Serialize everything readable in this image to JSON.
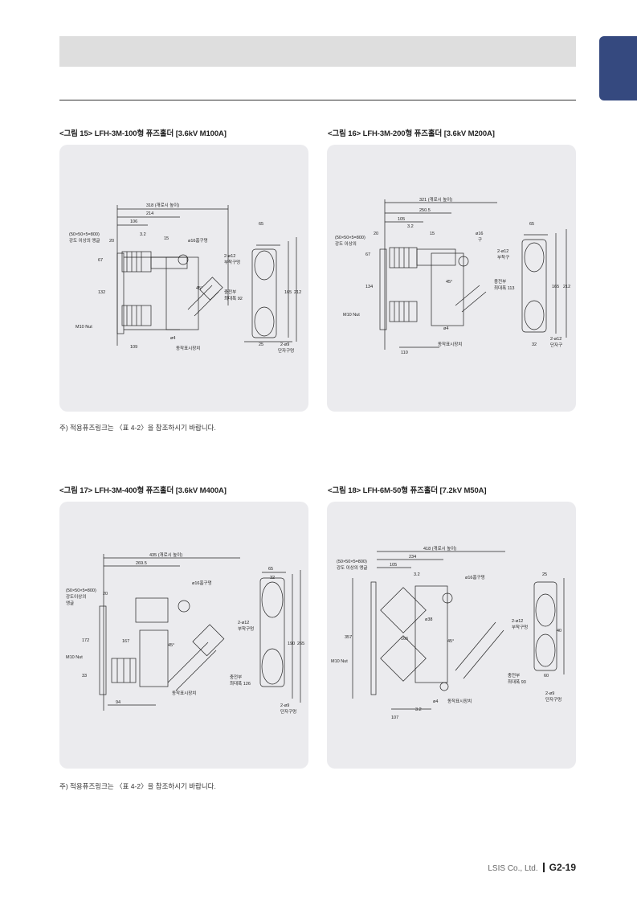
{
  "figures": [
    {
      "title": "<그림 15> LFH-3M-100형 퓨즈홀더 [3.6kV M100A]",
      "labels": [
        "318 (개로시 높이)",
        "214",
        "106",
        "65",
        "(50×50×5=800)",
        "강도 이상의 앵글",
        "20",
        "3.2",
        "15",
        "ø16홈구멍",
        "2-ø12",
        "부착구멍",
        "67",
        "132",
        "165",
        "212",
        "충전부",
        "최대폭 92",
        "M10 Nut",
        "109",
        "ø4",
        "동작표시장치",
        "25",
        "2-ø9",
        "단자구멍",
        "45°"
      ]
    },
    {
      "title": "<그림 16> LFH-3M-200형 퓨즈홀더 [3.6kV M200A]",
      "labels": [
        "321 (개로시 높이)",
        "250.5",
        "105",
        "3.2",
        "15",
        "ø16",
        "구",
        "65",
        "(50×50×5=800)",
        "강도 이상의",
        "20",
        "2-ø12",
        "부착구",
        "67",
        "134",
        "충전부",
        "최대폭 113",
        "165",
        "212",
        "M10 Nut",
        "ø4",
        "110",
        "동작표시장치",
        "32",
        "2-ø12",
        "단자구",
        "45°"
      ]
    },
    {
      "title": "<그림 17> LFH-3M-400형 퓨즈홀더 [3.6kV M400A]",
      "labels": [
        "435 (개로시 높이)",
        "269.5",
        "65",
        "(50×50×5=800)",
        "강도이상의",
        "앵글",
        "20",
        "ø16홈구멍",
        "32",
        "2-ø12",
        "부착구멍",
        "172",
        "167",
        "45°",
        "M10 Nut",
        "190",
        "265",
        "충전부",
        "최대폭 126",
        "94",
        "동작표시장치",
        "2-ø9",
        "단자구멍",
        "33"
      ]
    },
    {
      "title": "<그림 18> LFH-6M-50형 퓨즈홀더 [7.2kV M50A]",
      "labels": [
        "418 (개로시 높이)",
        "(50×50×5=800)",
        "234",
        "강도 이상의 앵글",
        "105",
        "25",
        "3.2",
        "ø16홈구멍",
        "ø38",
        "2-ø12",
        "부착구멍",
        "357",
        "166",
        "45°",
        "40",
        "M10 Nut",
        "충전부",
        "최대폭 93",
        "60",
        "2-ø9",
        "단자구멍",
        "ø4",
        "동작표시장치",
        "3.2",
        "107"
      ]
    }
  ],
  "notes": [
    "주) 적용퓨즈링크는 〈표 4-2〉을 참조하시기 바랍니다.",
    "주) 적용퓨즈링크는 〈표 4-2〉을 참조하시기 바랍니다."
  ],
  "footer": {
    "company": "LSIS Co., Ltd.",
    "page": "G2-19"
  }
}
